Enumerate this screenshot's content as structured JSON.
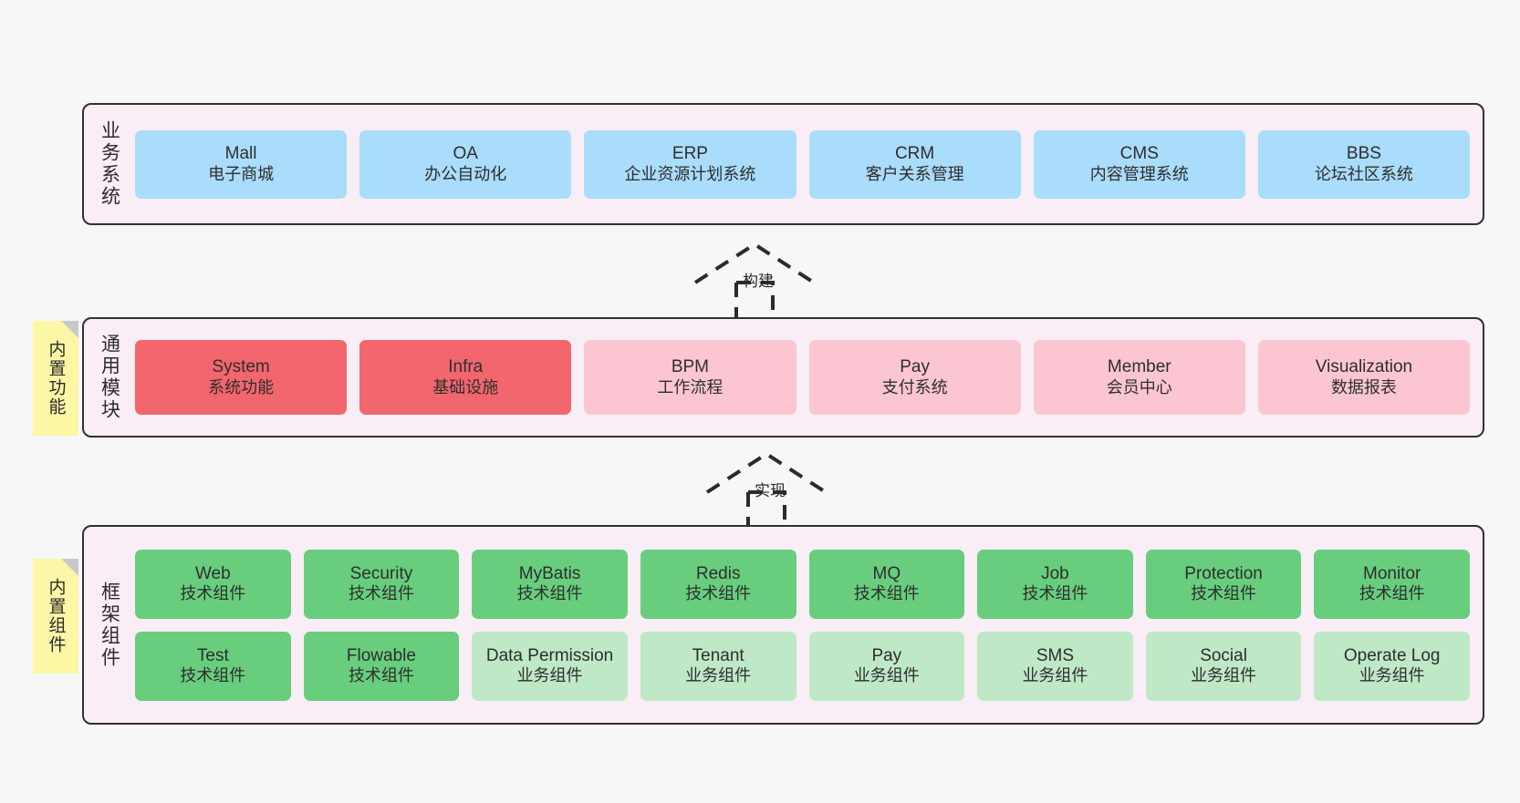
{
  "layers": [
    {
      "id": "business-system",
      "label": "业务系统",
      "rows": [
        {
          "boxes": [
            {
              "title": "Mall",
              "sub": "电子商城",
              "color": "#aadcfb",
              "variant": "c-blue"
            },
            {
              "title": "OA",
              "sub": "办公自动化",
              "color": "#aadcfb",
              "variant": "c-blue"
            },
            {
              "title": "ERP",
              "sub": "企业资源计划系统",
              "color": "#aadcfb",
              "variant": "c-blue"
            },
            {
              "title": "CRM",
              "sub": "客户关系管理",
              "color": "#aadcfb",
              "variant": "c-blue"
            },
            {
              "title": "CMS",
              "sub": "内容管理系统",
              "color": "#aadcfb",
              "variant": "c-blue"
            },
            {
              "title": "BBS",
              "sub": "论坛社区系统",
              "color": "#aadcfb",
              "variant": "c-blue"
            }
          ]
        }
      ]
    },
    {
      "id": "common-modules",
      "label": "通用模块",
      "sticky": "内置功能",
      "rows": [
        {
          "boxes": [
            {
              "title": "System",
              "sub": "系统功能",
              "color": "#f2666e",
              "variant": "c-red"
            },
            {
              "title": "Infra",
              "sub": "基础设施",
              "color": "#f2666e",
              "variant": "c-red"
            },
            {
              "title": "BPM",
              "sub": "工作流程",
              "color": "#fbc6d2",
              "variant": "c-pink"
            },
            {
              "title": "Pay",
              "sub": "支付系统",
              "color": "#fbc6d2",
              "variant": "c-pink"
            },
            {
              "title": "Member",
              "sub": "会员中心",
              "color": "#fbc6d2",
              "variant": "c-pink"
            },
            {
              "title": "Visualization",
              "sub": "数据报表",
              "color": "#fbc6d2",
              "variant": "c-pink"
            }
          ]
        }
      ]
    },
    {
      "id": "framework-components",
      "label": "框架组件",
      "sticky": "内置组件",
      "rows": [
        {
          "boxes": [
            {
              "title": "Web",
              "sub": "技术组件",
              "color": "#68ce7e",
              "variant": "c-green"
            },
            {
              "title": "Security",
              "sub": "技术组件",
              "color": "#68ce7e",
              "variant": "c-green"
            },
            {
              "title": "MyBatis",
              "sub": "技术组件",
              "color": "#68ce7e",
              "variant": "c-green"
            },
            {
              "title": "Redis",
              "sub": "技术组件",
              "color": "#68ce7e",
              "variant": "c-green"
            },
            {
              "title": "MQ",
              "sub": "技术组件",
              "color": "#68ce7e",
              "variant": "c-green"
            },
            {
              "title": "Job",
              "sub": "技术组件",
              "color": "#68ce7e",
              "variant": "c-green"
            },
            {
              "title": "Protection",
              "sub": "技术组件",
              "color": "#68ce7e",
              "variant": "c-green"
            },
            {
              "title": "Monitor",
              "sub": "技术组件",
              "color": "#68ce7e",
              "variant": "c-green"
            }
          ]
        },
        {
          "boxes": [
            {
              "title": "Test",
              "sub": "技术组件",
              "color": "#68ce7e",
              "variant": "c-green"
            },
            {
              "title": "Flowable",
              "sub": "技术组件",
              "color": "#68ce7e",
              "variant": "c-green"
            },
            {
              "title": "Data Permission",
              "sub": "业务组件",
              "color": "#bfe8c7",
              "variant": "c-green-light"
            },
            {
              "title": "Tenant",
              "sub": "业务组件",
              "color": "#bfe8c7",
              "variant": "c-green-light"
            },
            {
              "title": "Pay",
              "sub": "业务组件",
              "color": "#bfe8c7",
              "variant": "c-green-light"
            },
            {
              "title": "SMS",
              "sub": "业务组件",
              "color": "#bfe8c7",
              "variant": "c-green-light"
            },
            {
              "title": "Social",
              "sub": "业务组件",
              "color": "#bfe8c7",
              "variant": "c-green-light"
            },
            {
              "title": "Operate Log",
              "sub": "业务组件",
              "color": "#bfe8c7",
              "variant": "c-green-light"
            }
          ]
        }
      ]
    }
  ],
  "connectors": [
    {
      "id": "build",
      "label": "构建"
    },
    {
      "id": "realize",
      "label": "实现"
    }
  ],
  "palette": {
    "background": "#f7f7f7",
    "panel_fill": "#f9eef5",
    "panel_border": "#332f35",
    "sticky_fill": "#fbf7a5",
    "sticky_fold": "#c9c9c9",
    "blue": "#aadcfb",
    "red": "#f2666e",
    "pink": "#fbc6d2",
    "green": "#68ce7e",
    "green_light": "#bfe8c7",
    "text": "#2e2e2e"
  }
}
